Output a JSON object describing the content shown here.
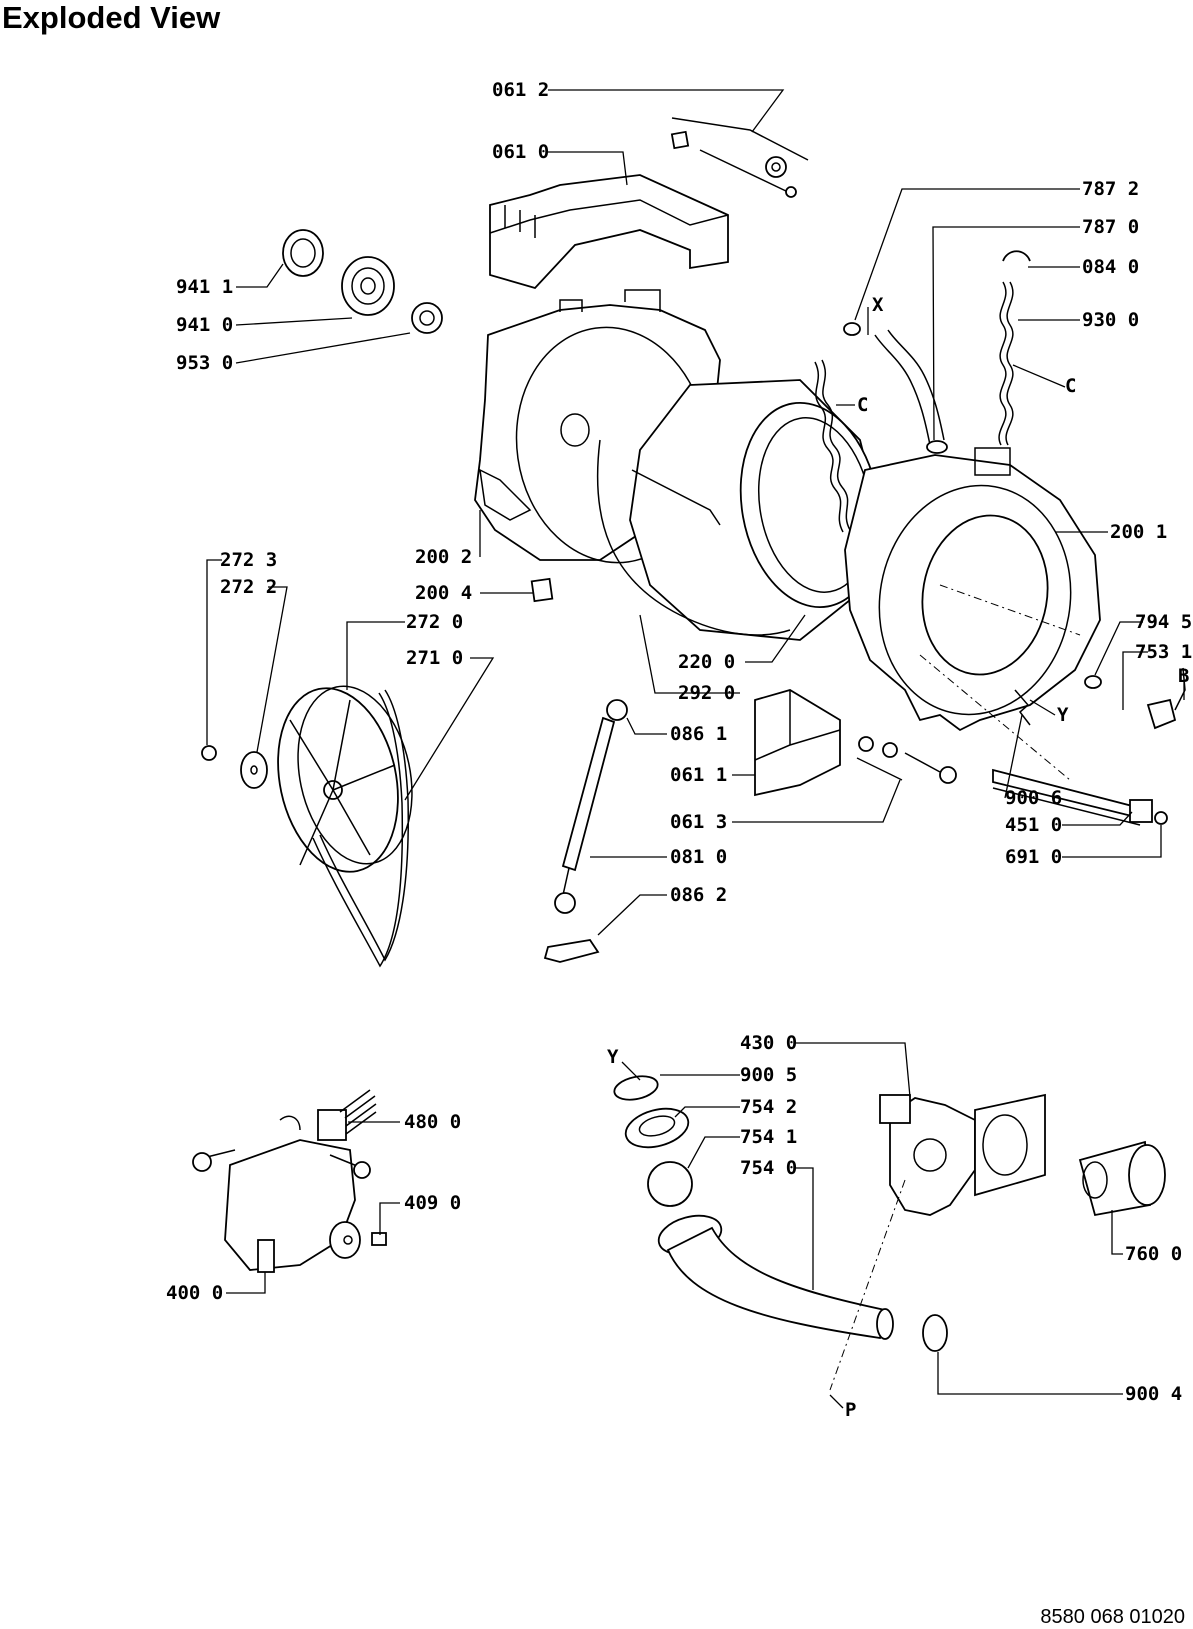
{
  "title": "Exploded View",
  "document_number": "8580 068 01020",
  "callouts": [
    {
      "id": "061-2",
      "text": "061 2"
    },
    {
      "id": "061-0",
      "text": "061 0"
    },
    {
      "id": "941-1",
      "text": "941 1"
    },
    {
      "id": "941-0",
      "text": "941 0"
    },
    {
      "id": "953-0",
      "text": "953 0"
    },
    {
      "id": "787-2",
      "text": "787 2"
    },
    {
      "id": "787-0",
      "text": "787 0"
    },
    {
      "id": "084-0",
      "text": "084 0"
    },
    {
      "id": "930-0",
      "text": "930 0"
    },
    {
      "id": "X-top",
      "text": "X"
    },
    {
      "id": "C-right",
      "text": "C"
    },
    {
      "id": "C-mid",
      "text": "C"
    },
    {
      "id": "200-1",
      "text": "200 1"
    },
    {
      "id": "200-2",
      "text": "200 2"
    },
    {
      "id": "200-4",
      "text": "200 4"
    },
    {
      "id": "272-3",
      "text": "272 3"
    },
    {
      "id": "272-2",
      "text": "272 2"
    },
    {
      "id": "272-0",
      "text": "272 0"
    },
    {
      "id": "271-0",
      "text": "271 0"
    },
    {
      "id": "220-0",
      "text": "220 0"
    },
    {
      "id": "292-0",
      "text": "292 0"
    },
    {
      "id": "794-5",
      "text": "794 5"
    },
    {
      "id": "753-1",
      "text": "753 1"
    },
    {
      "id": "B",
      "text": "B"
    },
    {
      "id": "Y-right",
      "text": "Y"
    },
    {
      "id": "086-1",
      "text": "086 1"
    },
    {
      "id": "061-1",
      "text": "061 1"
    },
    {
      "id": "061-3",
      "text": "061 3"
    },
    {
      "id": "081-0",
      "text": "081 0"
    },
    {
      "id": "086-2",
      "text": "086 2"
    },
    {
      "id": "900-6",
      "text": "900 6"
    },
    {
      "id": "451-0",
      "text": "451 0"
    },
    {
      "id": "691-0",
      "text": "691 0"
    },
    {
      "id": "430-0",
      "text": "430 0"
    },
    {
      "id": "Y-low",
      "text": "Y"
    },
    {
      "id": "900-5",
      "text": "900 5"
    },
    {
      "id": "754-2",
      "text": "754 2"
    },
    {
      "id": "754-1",
      "text": "754 1"
    },
    {
      "id": "754-0",
      "text": "754 0"
    },
    {
      "id": "480-0",
      "text": "480 0"
    },
    {
      "id": "409-0",
      "text": "409 0"
    },
    {
      "id": "400-0",
      "text": "400 0"
    },
    {
      "id": "760-0",
      "text": "760 0"
    },
    {
      "id": "900-4",
      "text": "900 4"
    },
    {
      "id": "P",
      "text": "P"
    }
  ]
}
